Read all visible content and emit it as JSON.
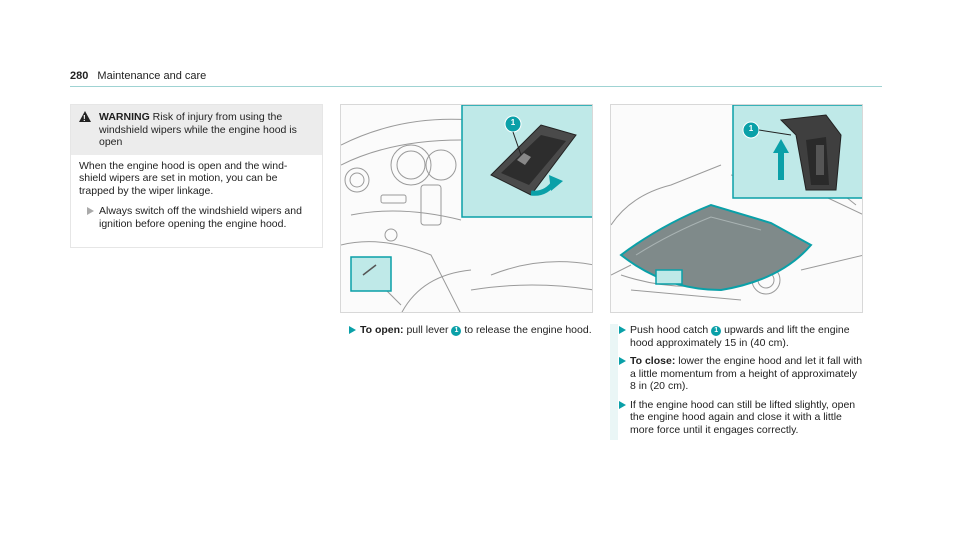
{
  "header": {
    "page_number": "280",
    "section": "Maintenance and care"
  },
  "warning": {
    "icon": "warning-triangle-icon",
    "label": "WARNING",
    "title": "Risk of injury from using the windshield wipers while the engine hood is open",
    "body": "When the engine hood is open and the wind-shield wipers are set in motion, you can be trapped by the wiper linkage.",
    "step": "Always switch off the windshield wipers and ignition before opening the engine hood."
  },
  "figure_left": {
    "callout": "1"
  },
  "figure_right": {
    "callout": "1"
  },
  "open_steps": {
    "step1_label": "To open:",
    "step1_pre": "pull lever",
    "step1_callout": "1",
    "step1_post": "to release the engine hood."
  },
  "close_steps": {
    "step1_pre": "Push hood catch",
    "step1_callout": "1",
    "step1_post": "upwards and lift the engine hood approximately 15 in (40 cm).",
    "step2_label": "To close:",
    "step2_text": "lower the engine hood and let it fall with a little momentum from a height of approximately 8 in (20 cm).",
    "step3_text": "If the engine hood can still be lifted slightly, open the engine hood again and close it with a little more force until it engages correctly."
  },
  "colors": {
    "accent": "#0aa0a8",
    "highlight": "#bfe9e8"
  }
}
